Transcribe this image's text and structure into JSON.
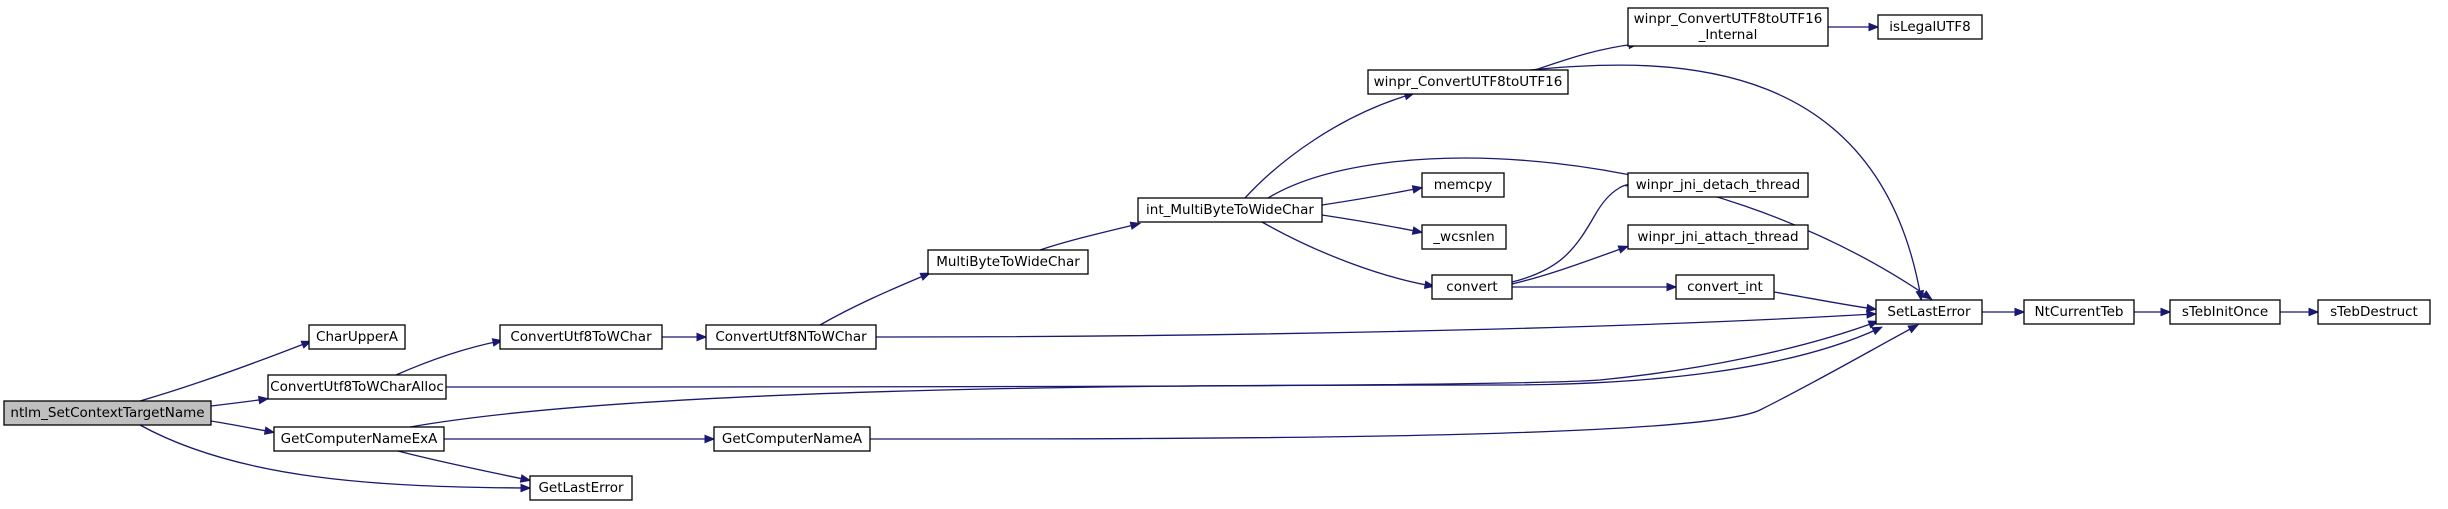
{
  "graph": {
    "type": "call-graph",
    "root": "ntlm_SetContextTargetName",
    "edge_color": "#191970",
    "root_fill": "#bfbfbf",
    "nodes": [
      {
        "id": "ntlm_SetContextTargetName",
        "lines": [
          "ntlm_SetContextTargetName"
        ]
      },
      {
        "id": "CharUpperA",
        "lines": [
          "CharUpperA"
        ]
      },
      {
        "id": "ConvertUtf8ToWCharAlloc",
        "lines": [
          "ConvertUtf8ToWCharAlloc"
        ]
      },
      {
        "id": "GetComputerNameExA",
        "lines": [
          "GetComputerNameExA"
        ]
      },
      {
        "id": "GetLastError",
        "lines": [
          "GetLastError"
        ]
      },
      {
        "id": "SetLastError",
        "lines": [
          "SetLastError"
        ]
      },
      {
        "id": "ConvertUtf8ToWChar",
        "lines": [
          "ConvertUtf8ToWChar"
        ]
      },
      {
        "id": "ConvertUtf8NToWChar",
        "lines": [
          "ConvertUtf8NToWChar"
        ]
      },
      {
        "id": "MultiByteToWideChar",
        "lines": [
          "MultiByteToWideChar"
        ]
      },
      {
        "id": "int_MultiByteToWideChar",
        "lines": [
          "int_MultiByteToWideChar"
        ]
      },
      {
        "id": "winpr_ConvertUTF8toUTF16",
        "lines": [
          "winpr_ConvertUTF8toUTF16"
        ]
      },
      {
        "id": "winpr_ConvertUTF8toUTF16_Internal",
        "lines": [
          "winpr_ConvertUTF8toUTF16",
          "_Internal"
        ]
      },
      {
        "id": "isLegalUTF8",
        "lines": [
          "isLegalUTF8"
        ]
      },
      {
        "id": "memcpy",
        "lines": [
          "memcpy"
        ]
      },
      {
        "id": "_wcsnlen",
        "lines": [
          "_wcsnlen"
        ]
      },
      {
        "id": "convert",
        "lines": [
          "convert"
        ]
      },
      {
        "id": "winpr_jni_detach_thread",
        "lines": [
          "winpr_jni_detach_thread"
        ]
      },
      {
        "id": "winpr_jni_attach_thread",
        "lines": [
          "winpr_jni_attach_thread"
        ]
      },
      {
        "id": "convert_int",
        "lines": [
          "convert_int"
        ]
      },
      {
        "id": "GetComputerNameA",
        "lines": [
          "GetComputerNameA"
        ]
      },
      {
        "id": "NtCurrentTeb",
        "lines": [
          "NtCurrentTeb"
        ]
      },
      {
        "id": "sTebInitOnce",
        "lines": [
          "sTebInitOnce"
        ]
      },
      {
        "id": "sTebDestruct",
        "lines": [
          "sTebDestruct"
        ]
      }
    ],
    "edges": [
      {
        "from": "ntlm_SetContextTargetName",
        "to": "CharUpperA"
      },
      {
        "from": "ntlm_SetContextTargetName",
        "to": "ConvertUtf8ToWCharAlloc"
      },
      {
        "from": "ntlm_SetContextTargetName",
        "to": "GetComputerNameExA"
      },
      {
        "from": "ntlm_SetContextTargetName",
        "to": "GetLastError"
      },
      {
        "from": "ConvertUtf8ToWCharAlloc",
        "to": "ConvertUtf8ToWChar"
      },
      {
        "from": "ConvertUtf8ToWCharAlloc",
        "to": "SetLastError"
      },
      {
        "from": "ConvertUtf8ToWChar",
        "to": "ConvertUtf8NToWChar"
      },
      {
        "from": "ConvertUtf8NToWChar",
        "to": "MultiByteToWideChar"
      },
      {
        "from": "ConvertUtf8NToWChar",
        "to": "SetLastError"
      },
      {
        "from": "MultiByteToWideChar",
        "to": "int_MultiByteToWideChar"
      },
      {
        "from": "int_MultiByteToWideChar",
        "to": "winpr_ConvertUTF8toUTF16"
      },
      {
        "from": "int_MultiByteToWideChar",
        "to": "SetLastError"
      },
      {
        "from": "int_MultiByteToWideChar",
        "to": "memcpy"
      },
      {
        "from": "int_MultiByteToWideChar",
        "to": "_wcsnlen"
      },
      {
        "from": "int_MultiByteToWideChar",
        "to": "convert"
      },
      {
        "from": "winpr_ConvertUTF8toUTF16",
        "to": "winpr_ConvertUTF8toUTF16_Internal"
      },
      {
        "from": "winpr_ConvertUTF8toUTF16",
        "to": "SetLastError"
      },
      {
        "from": "winpr_ConvertUTF8toUTF16_Internal",
        "to": "isLegalUTF8"
      },
      {
        "from": "convert",
        "to": "winpr_jni_detach_thread"
      },
      {
        "from": "convert",
        "to": "winpr_jni_attach_thread"
      },
      {
        "from": "convert",
        "to": "convert_int"
      },
      {
        "from": "convert_int",
        "to": "SetLastError"
      },
      {
        "from": "GetComputerNameExA",
        "to": "SetLastError"
      },
      {
        "from": "GetComputerNameExA",
        "to": "GetComputerNameA"
      },
      {
        "from": "GetComputerNameExA",
        "to": "GetLastError"
      },
      {
        "from": "GetComputerNameA",
        "to": "SetLastError"
      },
      {
        "from": "SetLastError",
        "to": "NtCurrentTeb"
      },
      {
        "from": "NtCurrentTeb",
        "to": "sTebInitOnce"
      },
      {
        "from": "sTebInitOnce",
        "to": "sTebDestruct"
      }
    ]
  }
}
